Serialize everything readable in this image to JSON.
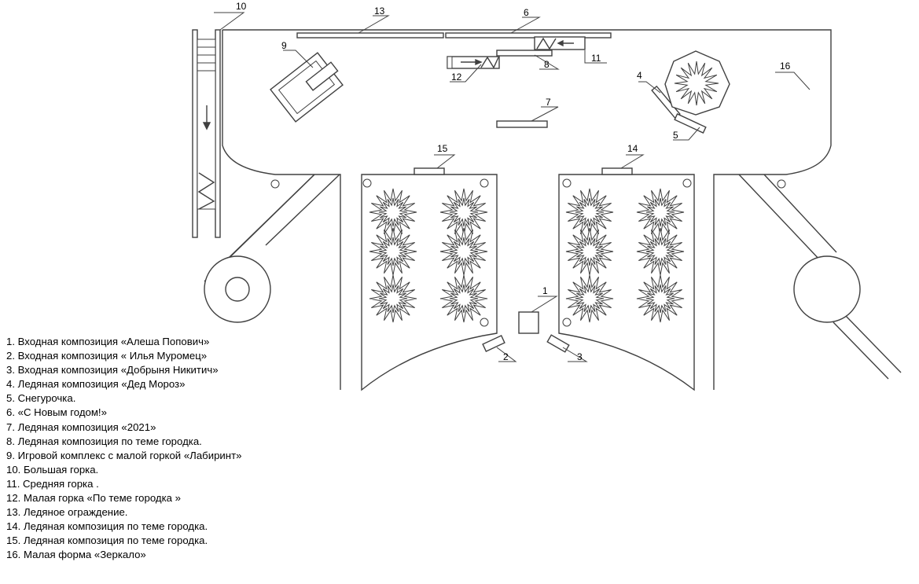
{
  "labels": [
    "1",
    "2",
    "3",
    "4",
    "5",
    "6",
    "7",
    "8",
    "9",
    "10",
    "11",
    "12",
    "13",
    "14",
    "15",
    "16"
  ],
  "legend": [
    "1.  Входная композиция «Алеша Попович»",
    "2.  Входная композиция « Илья Муромец»",
    "3.  Входная композиция «Добрыня Никитич»",
    "4.  Ледяная композиция «Дед Мороз»",
    "5.  Снегурочка.",
    "6.  «С Новым годом!»",
    "7.  Ледяная композиция  «2021»",
    "8.  Ледяная композиция по теме городка.",
    "9.   Игровой комплекс с малой горкой «Лабиринт»",
    "10.  Большая горка.",
    "11.  Средняя горка .",
    "12.  Малая горка  «По теме городка »",
    "13. Ледяное ограждение.",
    "14. Ледяная композиция по теме городка.",
    "15. Ледяная композиция по теме городка.",
    "16.  Малая форма «Зеркало»"
  ],
  "colors": {
    "line": "#404040",
    "fill": "#ffffff",
    "text": "#000000"
  }
}
